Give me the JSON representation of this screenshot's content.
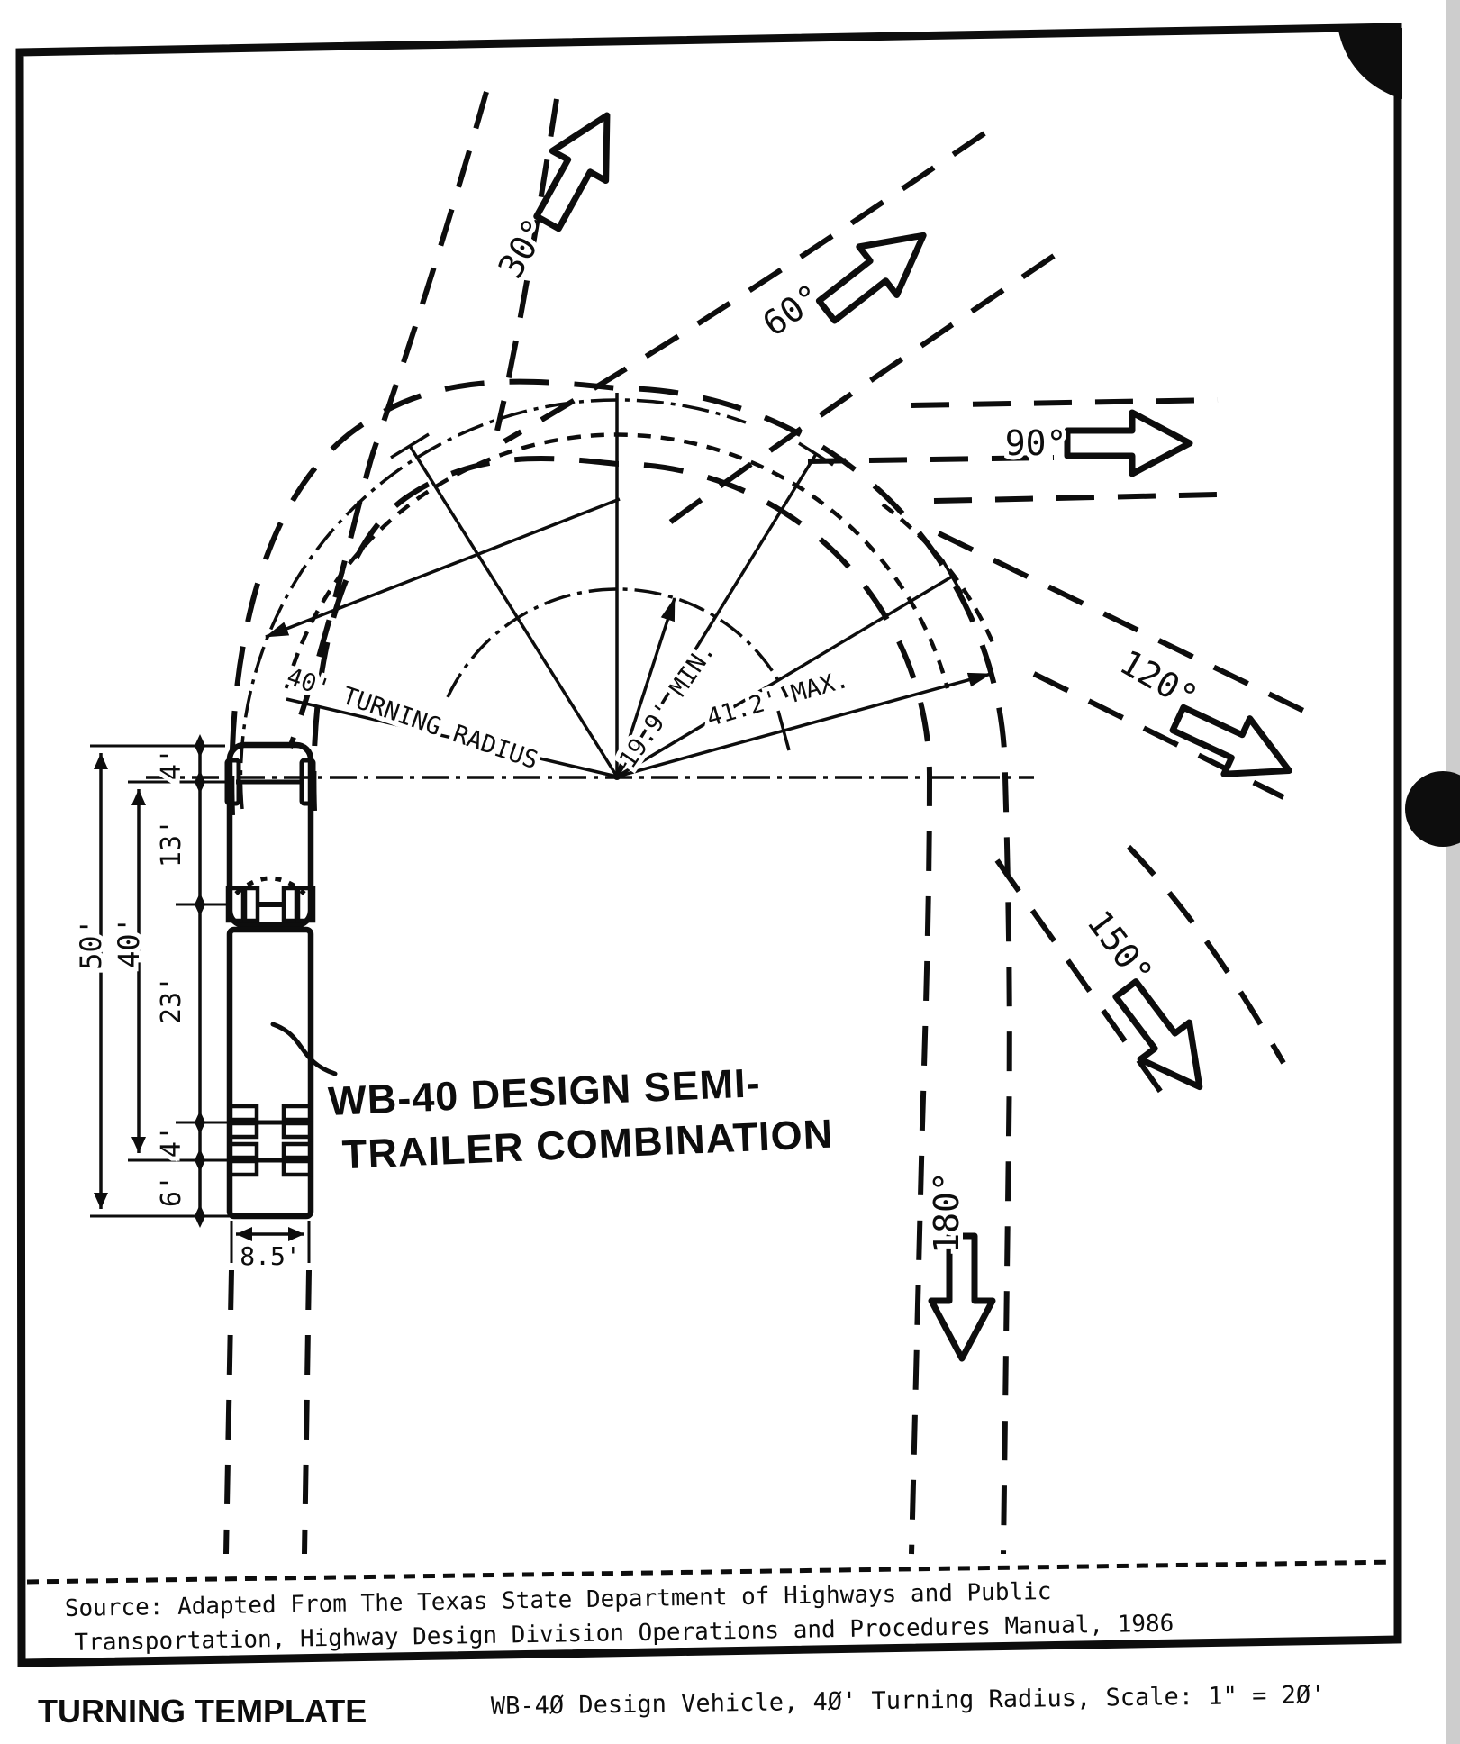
{
  "figure": {
    "exits": [
      {
        "label": "30°"
      },
      {
        "label": "60°"
      },
      {
        "label": "90°"
      },
      {
        "label": "120°"
      },
      {
        "label": "150°"
      },
      {
        "label": "180°"
      }
    ],
    "callouts": {
      "turning_radius": "40' TURNING RADIUS",
      "min_radius": "19.9' MIN.",
      "max_radius": "41.2' MAX."
    },
    "vehicle": {
      "label_line1": "WB-40 DESIGN SEMI-",
      "label_line2": "TRAILER COMBINATION"
    },
    "dimensions": {
      "front_overhang": "4'",
      "tractor_wheelbase": "13'",
      "trailer_wheelbase": "23'",
      "tandem_spread": "4'",
      "rear_overhang": "6'",
      "overall_length": "50'",
      "wheelbase_overall": "40'",
      "width": "8.5'"
    }
  },
  "source_note": {
    "line1": "Source:  Adapted From The Texas State Department of Highways and Public",
    "line2": "Transportation, Highway Design Division Operations and Procedures Manual, 1986"
  },
  "caption": {
    "title": "TURNING TEMPLATE",
    "text": "WB-4Ø Design Vehicle, 4Ø' Turning Radius, Scale: 1\" = 2Ø'"
  }
}
